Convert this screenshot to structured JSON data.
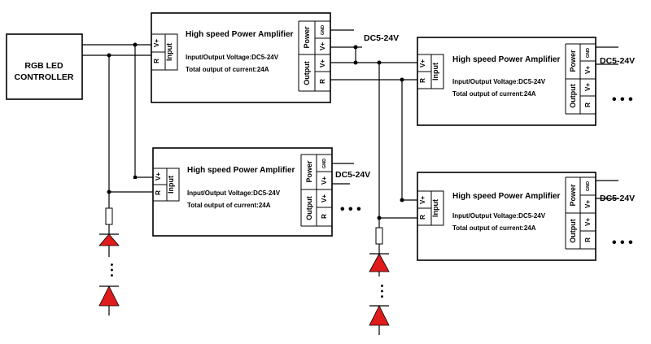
{
  "controller": {
    "line1": "RGB LED",
    "line2": "CONTROLLER"
  },
  "amplifier": {
    "title": "High speed Power Amplifier",
    "voltage": "Input/Output Voltage:DC5-24V",
    "current": "Total output of current:24A",
    "input_label": "Input",
    "output_label": "Output",
    "power_label": "Power",
    "vplus": "V+",
    "r_label": "R",
    "gnd_label": "GND"
  },
  "supply_label": "DC5-24V",
  "continuation": "• • •",
  "colors": {
    "led": "#e01b1b",
    "line": "#000000",
    "background": "#ffffff"
  }
}
